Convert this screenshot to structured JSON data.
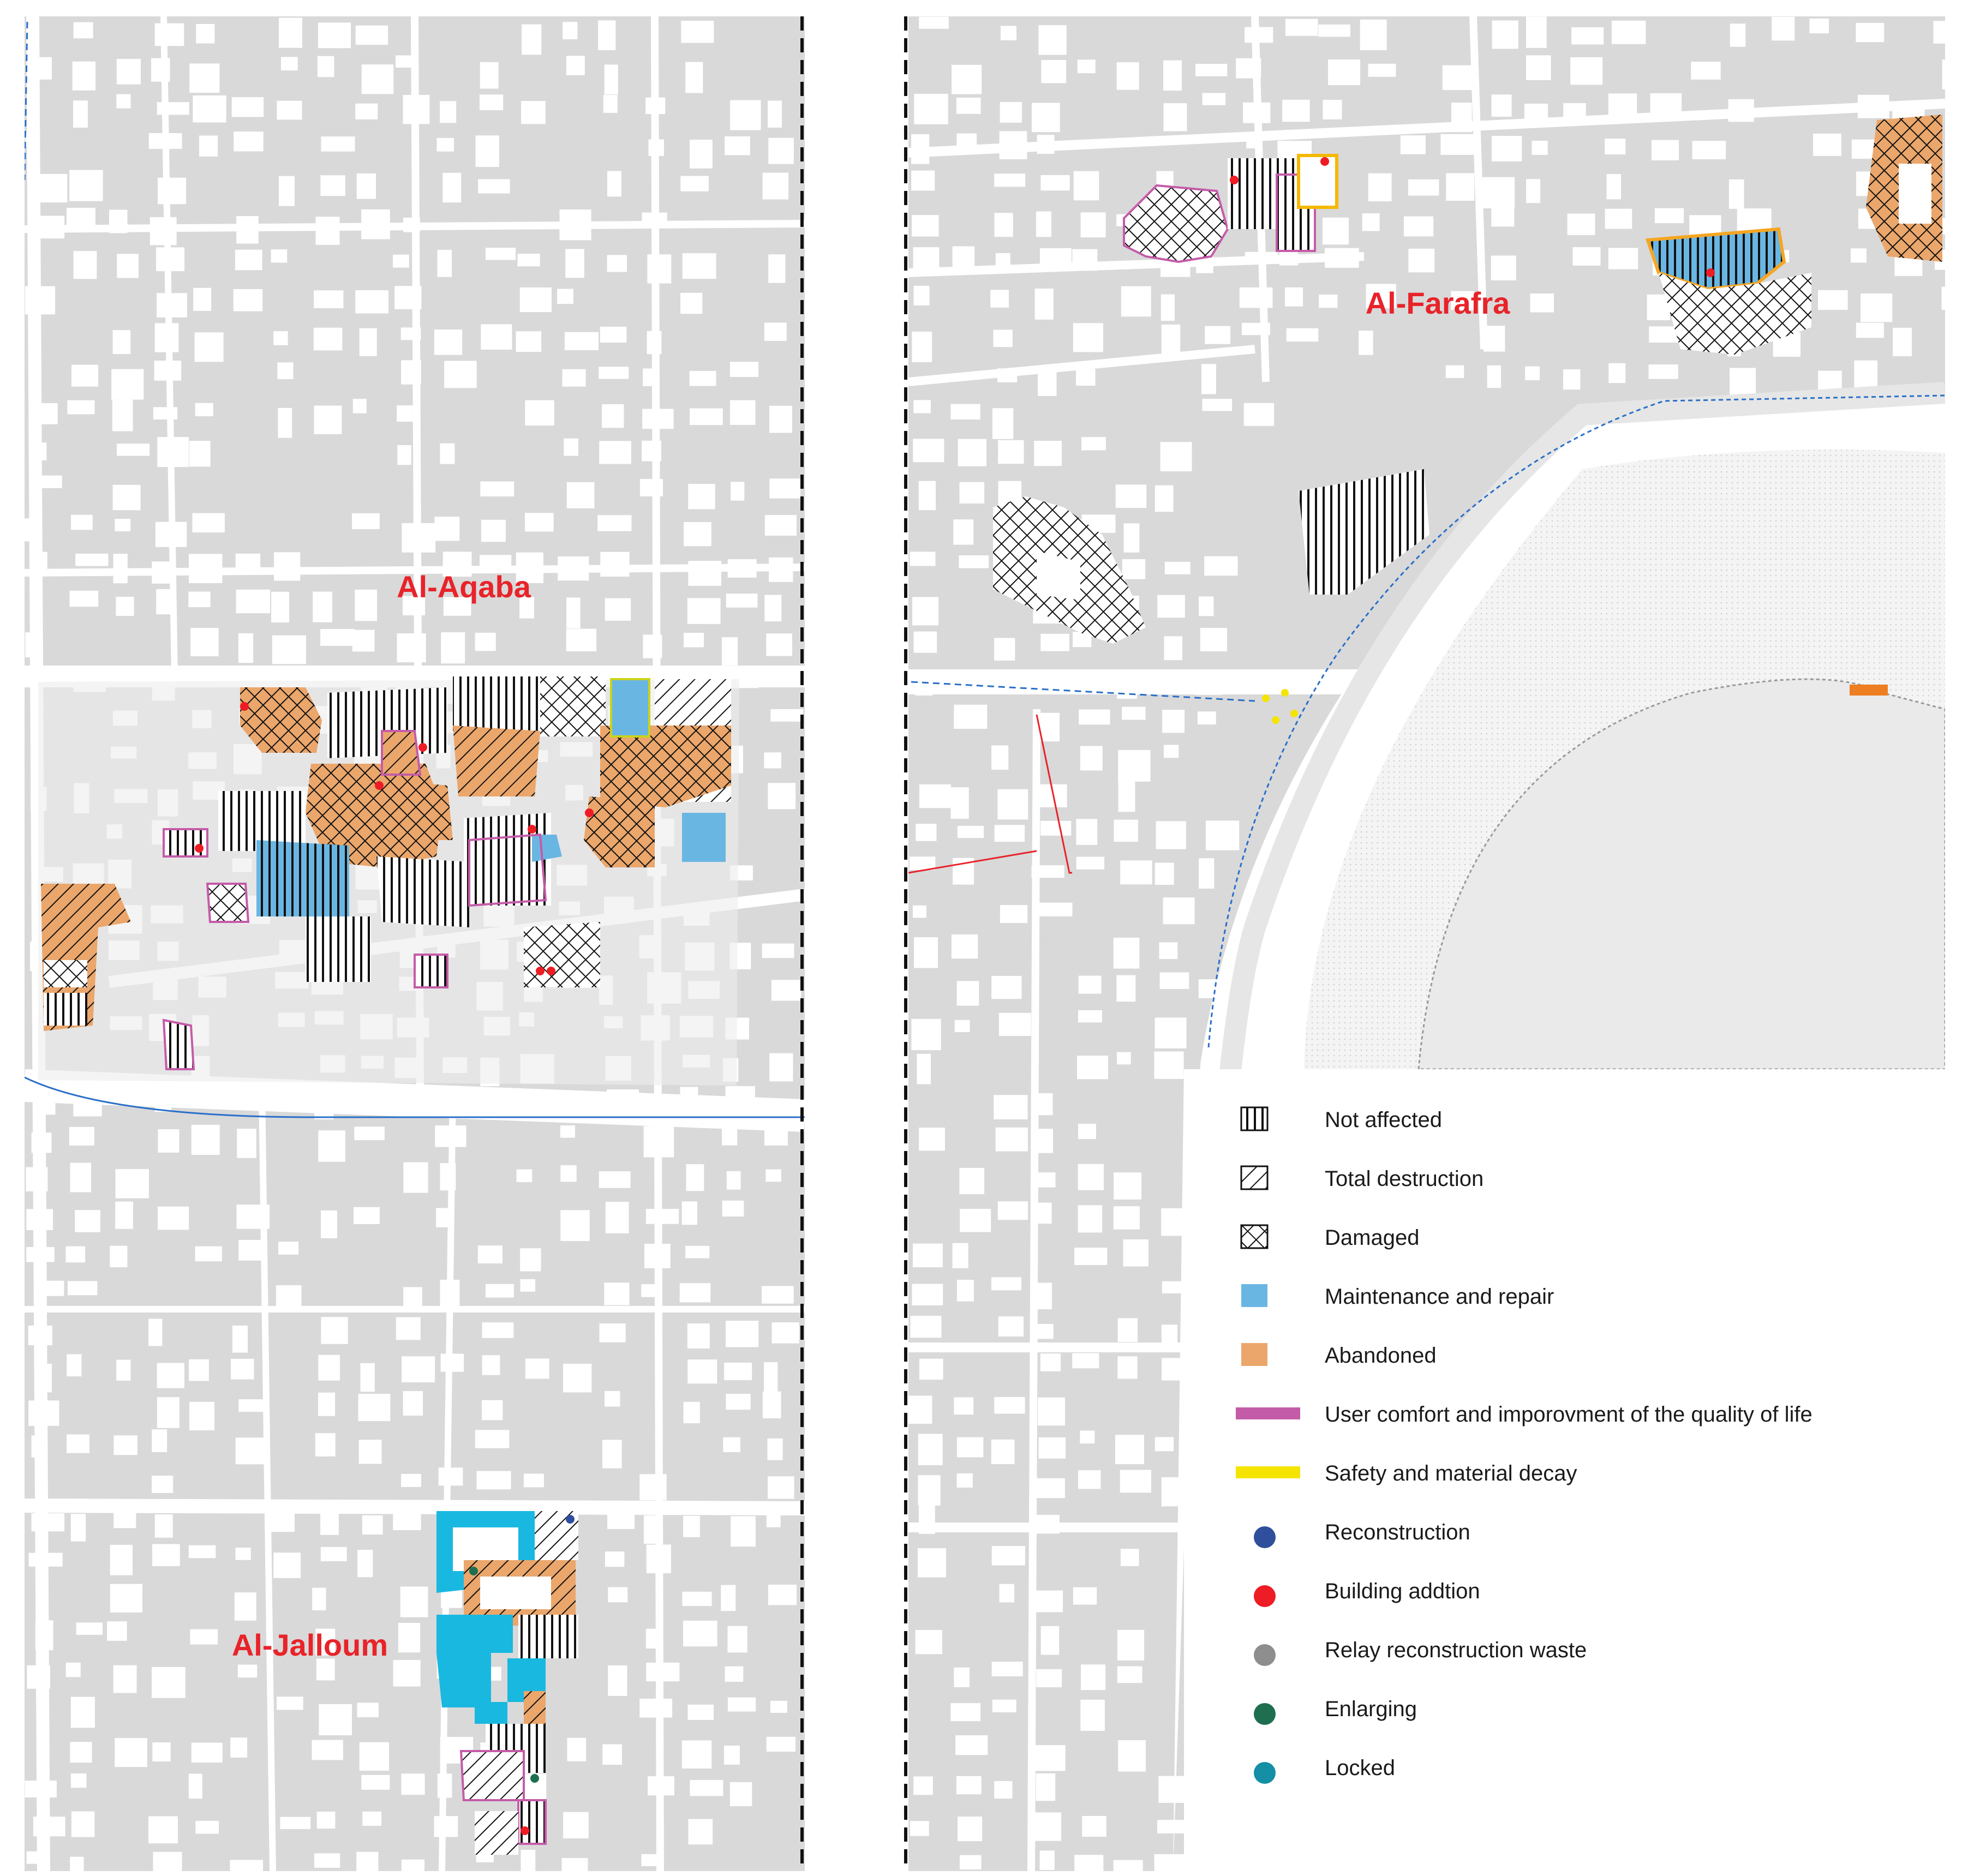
{
  "districts": [
    {
      "name": "Al-Aqaba"
    },
    {
      "name": "Al-Farafra"
    },
    {
      "name": "Al-Jalloum"
    }
  ],
  "colors": {
    "label_red": "#e8232a",
    "block_gray": "#d9d9d9",
    "street_white": "#ffffff",
    "maintenance_blue": "#6ab6e3",
    "maintenance_cyan": "#19b8e0",
    "abandoned_orange": "#eba66b",
    "comfort_magenta": "#c45ba8",
    "safety_yellow": "#f5e400",
    "reconstruction_navy": "#2f4f9c",
    "addition_red": "#ee1c24",
    "waste_gray": "#8e8e8e",
    "enlarging_green": "#1e6e4f",
    "locked_teal": "#148fa5",
    "canal_blue": "#2a6fc9"
  },
  "legend": [
    {
      "label": "Not affected",
      "symbol": "vertical-hatch-square"
    },
    {
      "label": "Total destruction",
      "symbol": "diagonal-hatch-square"
    },
    {
      "label": "Damaged",
      "symbol": "cross-hatch-square"
    },
    {
      "label": "Maintenance and repair",
      "symbol": "blue-square",
      "color": "#6ab6e3"
    },
    {
      "label": "Abandoned",
      "symbol": "orange-square",
      "color": "#eba66b"
    },
    {
      "label": "User comfort and imporovment of the quality of life",
      "symbol": "magenta-bar",
      "color": "#c45ba8"
    },
    {
      "label": "Safety and material decay",
      "symbol": "yellow-bar",
      "color": "#f5e400"
    },
    {
      "label": "Reconstruction",
      "symbol": "navy-dot",
      "color": "#2f4f9c"
    },
    {
      "label": "Building addtion",
      "symbol": "red-dot",
      "color": "#ee1c24"
    },
    {
      "label": "Relay reconstruction waste",
      "symbol": "gray-dot",
      "color": "#8e8e8e"
    },
    {
      "label": "Enlarging",
      "symbol": "green-dot",
      "color": "#1e6e4f"
    },
    {
      "label": "Locked",
      "symbol": "teal-dot",
      "color": "#148fa5"
    }
  ]
}
